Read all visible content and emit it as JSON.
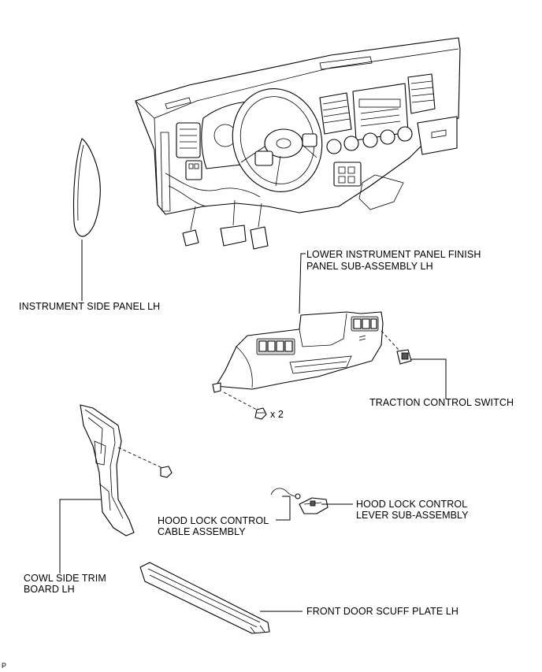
{
  "labels": {
    "instrument_side_panel": "INSTRUMENT SIDE PANEL LH",
    "lower_panel_line1": "LOWER INSTRUMENT PANEL FINISH",
    "lower_panel_line2": "PANEL SUB-ASSEMBLY LH",
    "traction_switch": "TRACTION CONTROL SWITCH",
    "clip_qty": "x 2",
    "hood_lever_line1": "HOOD LOCK CONTROL",
    "hood_lever_line2": "LEVER SUB-ASSEMBLY",
    "hood_cable_line1": "HOOD LOCK CONTROL",
    "hood_cable_line2": "CABLE ASSEMBLY",
    "cowl_trim_line1": "COWL SIDE TRIM",
    "cowl_trim_line2": "BOARD LH",
    "scuff_plate": "FRONT DOOR SCUFF PLATE LH",
    "corner_mark": "P"
  }
}
